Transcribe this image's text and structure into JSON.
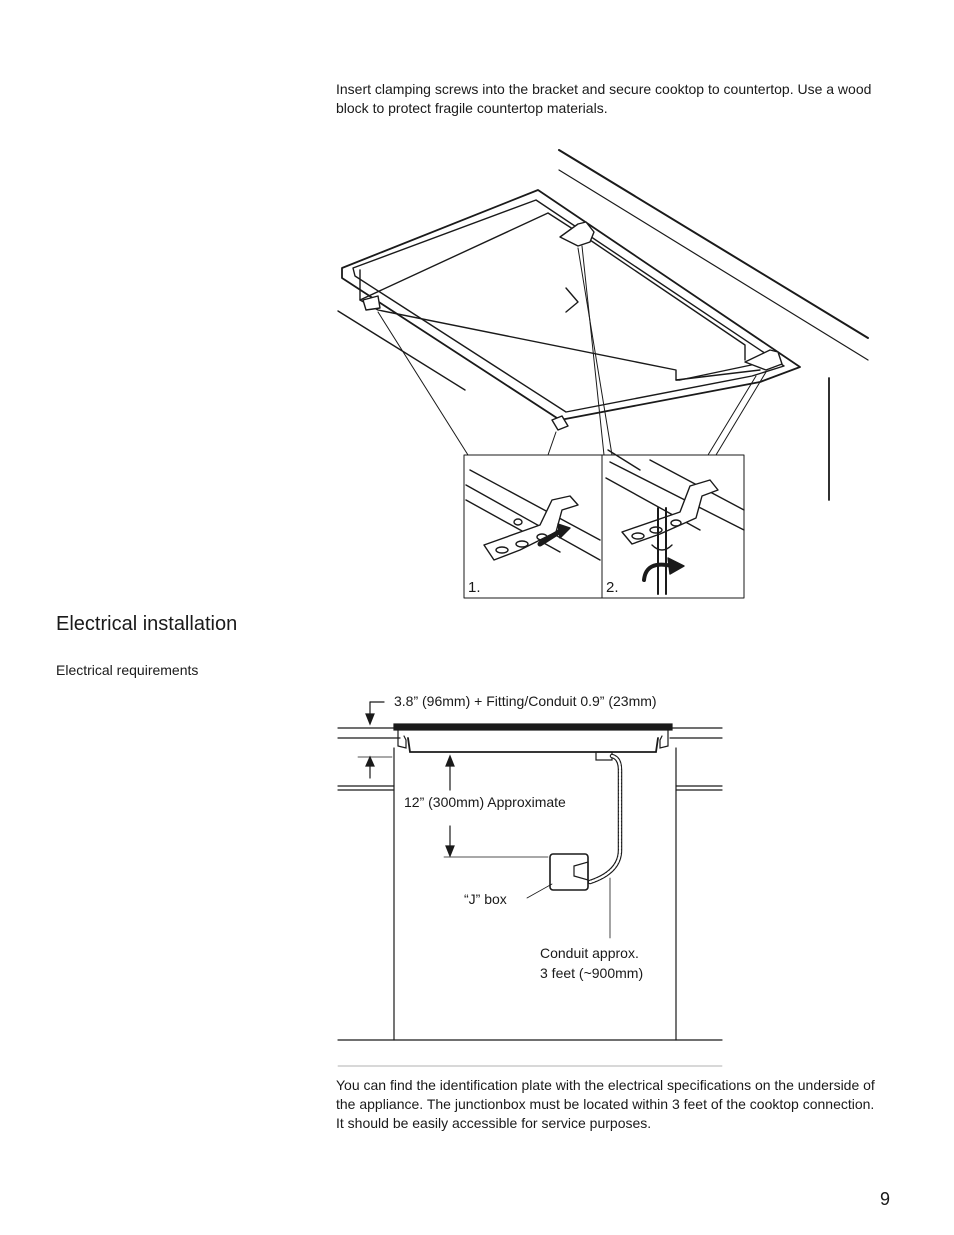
{
  "intro_text": "Insert clamping screws into the bracket and secure cooktop to countertop. Use a wood block to protect fragile countertop materials.",
  "figure1": {
    "inset_labels": [
      "1.",
      "2."
    ]
  },
  "section_heading": "Electrical installation",
  "subsection_heading": "Electrical requirements",
  "figure2": {
    "label_clearance": "3.8” (96mm) + Fitting/Conduit 0.9” (23mm)",
    "label_distance": "12” (300mm) Approximate",
    "label_jbox": "“J” box",
    "label_conduit_line1": "Conduit approx.",
    "label_conduit_line2": "3 feet (~900mm)"
  },
  "footer_text": "You can find the identification plate with the electrical specifications  on the underside of the appliance. The junctionbox must be located within 3 feet of the cooktop connection. It should be easily accessible for service purposes.",
  "page_number": "9"
}
